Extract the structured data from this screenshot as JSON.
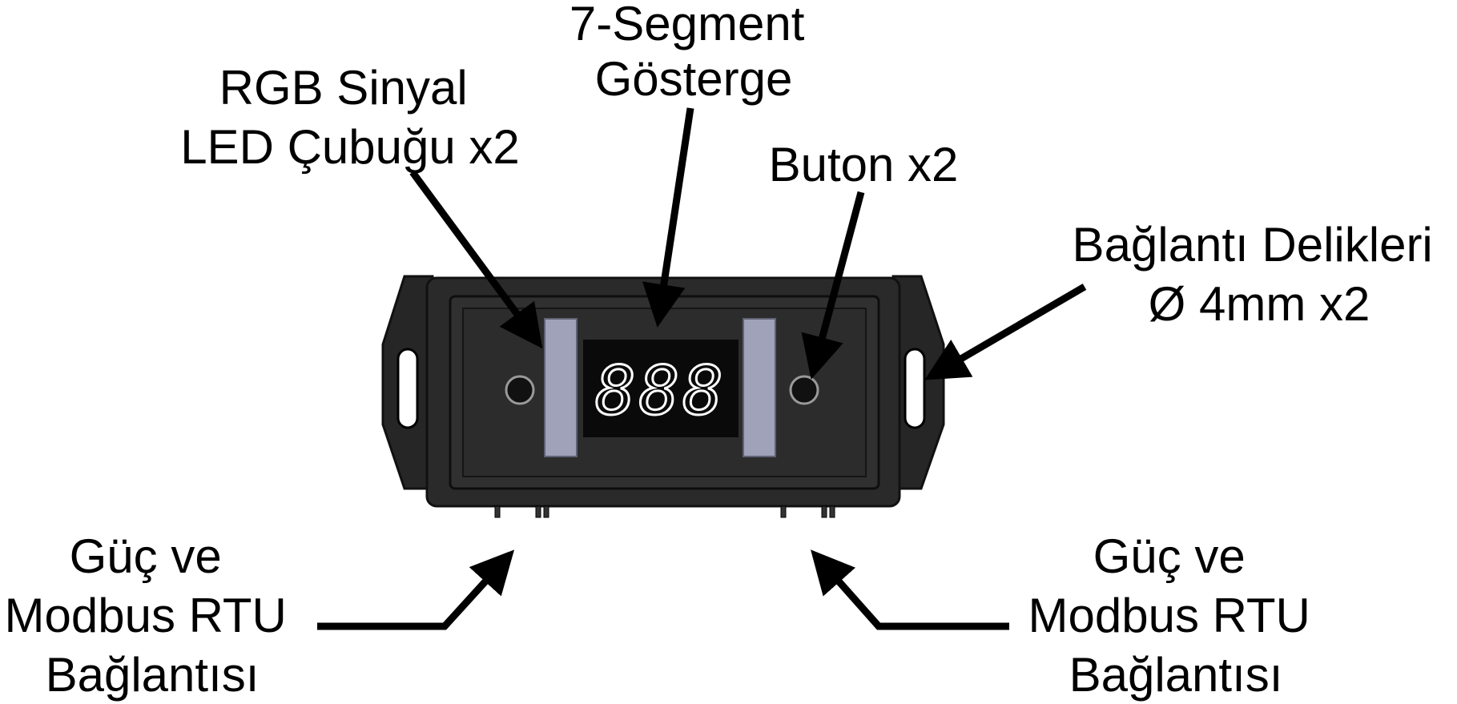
{
  "labels": {
    "seven_segment": [
      "7-Segment",
      "Gösterge"
    ],
    "rgb_led": [
      "RGB Sinyal",
      "LED Çubuğu x2"
    ],
    "button": [
      "Buton x2"
    ],
    "mounting_holes": [
      "Bağlantı Delikleri",
      "Ø 4mm x2"
    ],
    "connector_left": [
      "Güç ve",
      "Modbus RTU",
      "Bağlantısı"
    ],
    "connector_right": [
      "Güç ve",
      "Modbus RTU",
      "Bağlantısı"
    ]
  },
  "display": {
    "digits": "888"
  },
  "colors": {
    "ink": "#000000",
    "enclosure": "#2a2a2a",
    "enclosure_edge": "#111111",
    "led_bar": "#9fa2b8",
    "segment": "#ffffff"
  }
}
